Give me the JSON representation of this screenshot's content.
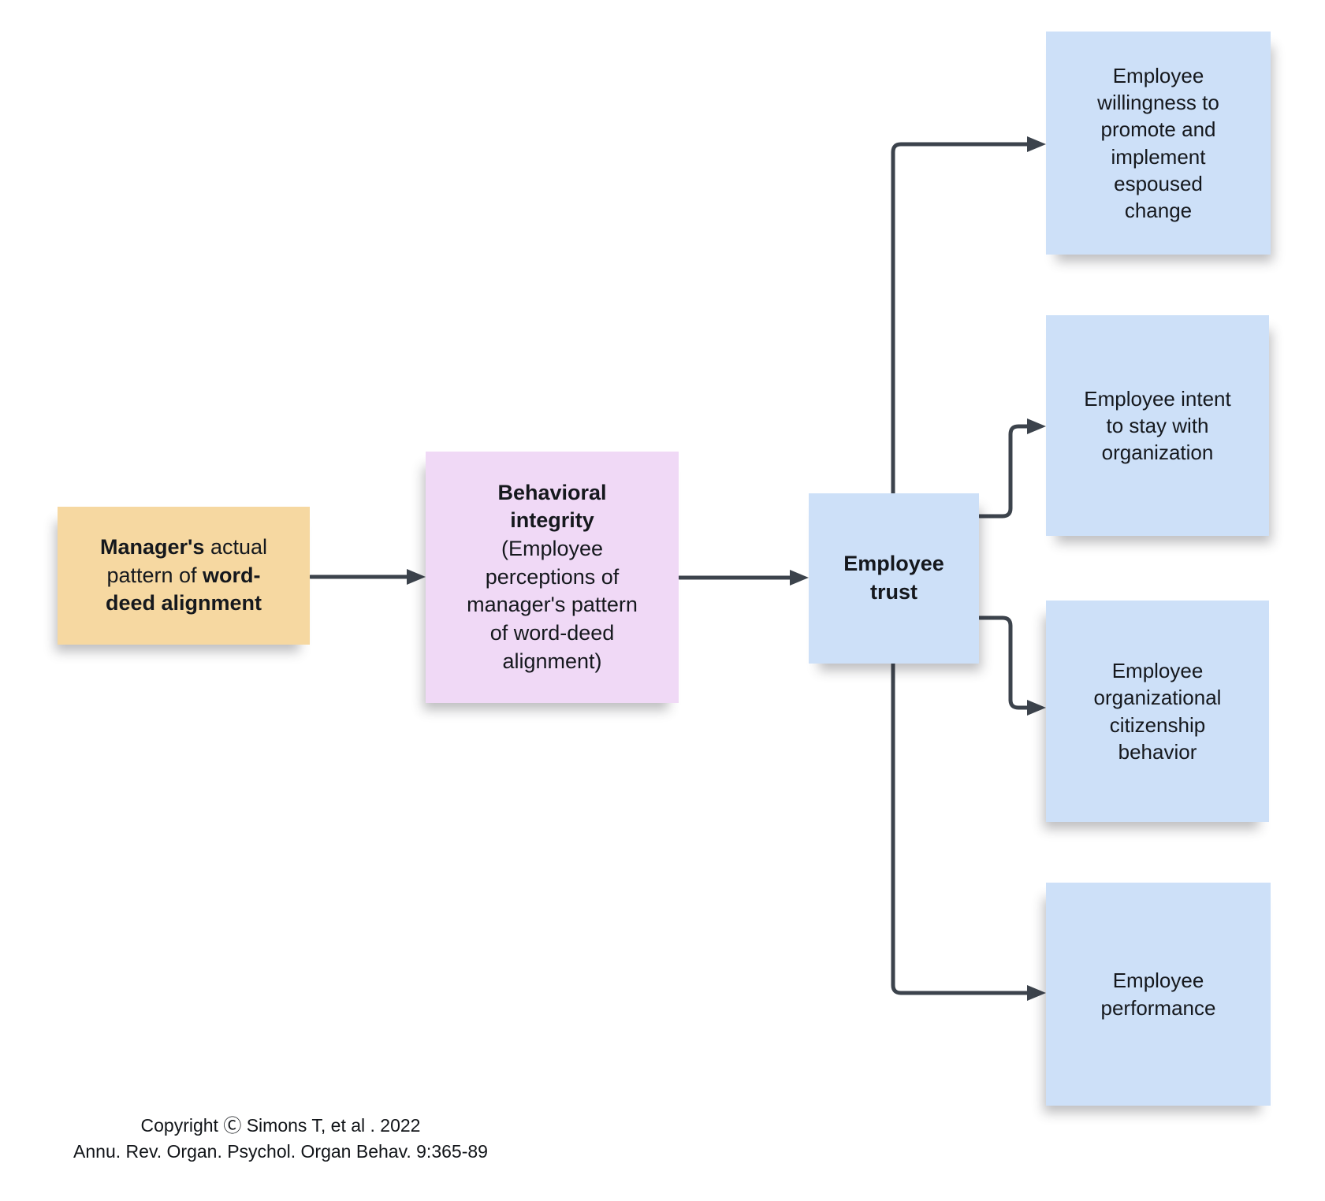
{
  "diagram": {
    "nodes": {
      "manager": {
        "bold1": "Manager's",
        "regular1": " actual pattern of ",
        "bold2": "word-deed alignment"
      },
      "behavioral_integrity": {
        "title": "Behavioral integrity",
        "subtitle": "(Employee perceptions of manager's pattern of word-deed alignment)"
      },
      "employee_trust": {
        "label": "Employee trust"
      },
      "outcomes": [
        {
          "label": "Employee willingness to promote and implement espoused change"
        },
        {
          "label": "Employee intent to stay with organization"
        },
        {
          "label": "Employee organizational citizenship behavior"
        },
        {
          "label": "Employee performance"
        }
      ]
    },
    "connections": [
      {
        "from": "manager-word-deed-alignment",
        "to": "behavioral-integrity"
      },
      {
        "from": "behavioral-integrity",
        "to": "employee-trust"
      },
      {
        "from": "employee-trust",
        "to": "employee-willingness-change"
      },
      {
        "from": "employee-trust",
        "to": "employee-intent-to-stay"
      },
      {
        "from": "employee-trust",
        "to": "employee-citizenship-behavior"
      },
      {
        "from": "employee-trust",
        "to": "employee-performance"
      }
    ],
    "footer": {
      "line1": "Copyright Ⓒ Simons T, et al . 2022",
      "line2": "Annu. Rev. Organ. Psychol. Organ Behav. 9:365-89"
    },
    "colors": {
      "manager_fill": "#F6D8A1",
      "integrity_fill": "#F0D9F6",
      "trust_fill": "#CDE0F8",
      "outcome_fill": "#CDE0F8",
      "connector": "#3C434C",
      "text": "#15181d",
      "background": "#FFFFFF"
    }
  }
}
